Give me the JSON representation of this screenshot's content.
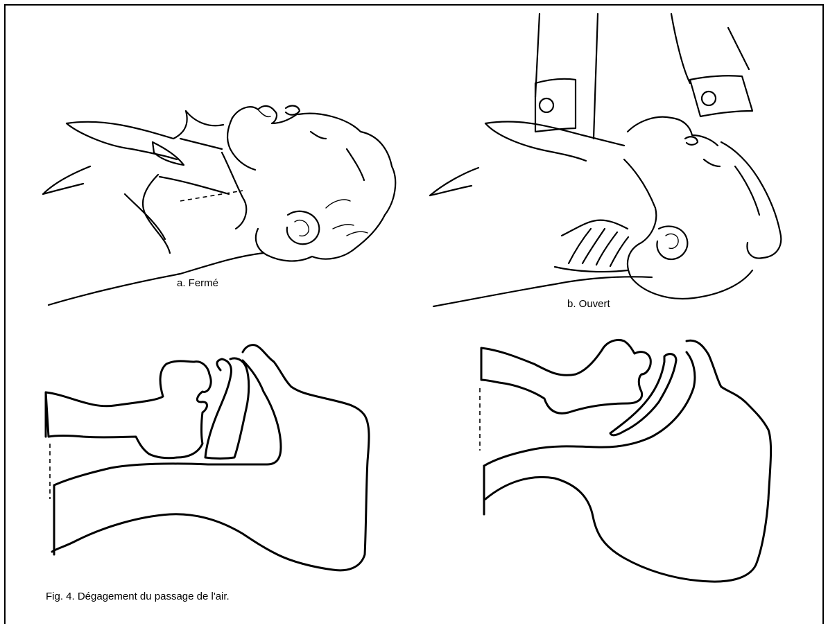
{
  "figure": {
    "panel_a_label": "a. Fermé",
    "panel_b_label": "b. Ouvert",
    "caption": "Fig. 4. Dégagement du passage de l'air."
  }
}
